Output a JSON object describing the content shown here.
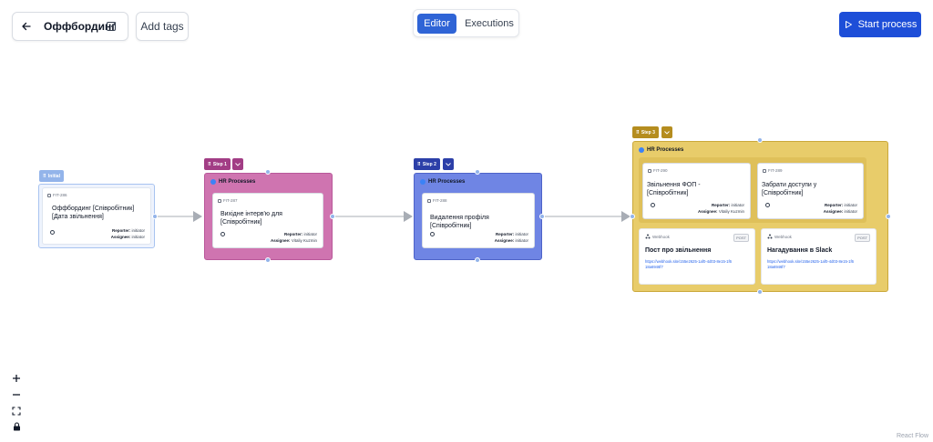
{
  "header": {
    "title": "Оффбординг",
    "add_tags": "Add tags",
    "tab_editor": "Editor",
    "tab_executions": "Executions",
    "start_label": "Start process"
  },
  "colors": {
    "accent": "#2f64d6",
    "step1": "#cf74b0",
    "step2": "#6f85e4",
    "step3": "#e8cc6a"
  },
  "flow": {
    "initial": {
      "tag": "Initial",
      "task_id": "FIT-286",
      "title": "Оффбординг [Співробітник] [Дата звільнення]",
      "reporter_label": "Reporter:",
      "reporter": "initiator",
      "assignee_label": "Assignee:",
      "assignee": "initiator"
    },
    "step1": {
      "tag": "Step 1",
      "group": "HR Processes",
      "task_id": "FIT-287",
      "title": "Вихідне інтерв'ю для [Співробітник]",
      "reporter_label": "Reporter:",
      "reporter": "initiator",
      "assignee_label": "Assignee:",
      "assignee": "Vitaliy Kuzmin"
    },
    "step2": {
      "tag": "Step 2",
      "group": "HR Processes",
      "task_id": "FIT-288",
      "title": "Видалення профіля [Співробітник]",
      "reporter_label": "Reporter:",
      "reporter": "initiator",
      "assignee_label": "Assignee:",
      "assignee": "initiator"
    },
    "step3": {
      "tag": "Step 3",
      "group": "HR Processes",
      "task_a": {
        "task_id": "FIT-290",
        "title": "Звільнення ФОП - [Співробітник]",
        "reporter_label": "Reporter:",
        "reporter": "initiator",
        "assignee_label": "Assignee:",
        "assignee": "Vitaliy Kuzmin"
      },
      "task_b": {
        "task_id": "FIT-289",
        "title": "Забрати доступи у [Співробітник]",
        "reporter_label": "Reporter:",
        "reporter": "initiator",
        "assignee_label": "Assignee:",
        "assignee": "initiator"
      },
      "webhook_a": {
        "label": "Webhook",
        "method": "POST",
        "title": "Пост про звільнення",
        "url": "https://webhook.site/155e2625-1af0-4d03-8e15-1f618a6946f7"
      },
      "webhook_b": {
        "label": "Webhook",
        "method": "POST",
        "title": "Нагадування в Slack",
        "url": "https://webhook.site/155e2625-1af0-4d03-8e15-1f618a6946f7"
      }
    }
  },
  "footer": {
    "attribution": "React Flow"
  }
}
